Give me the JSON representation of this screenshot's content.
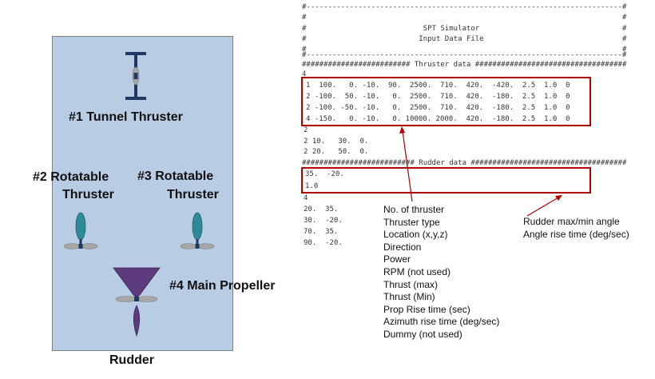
{
  "diagram": {
    "labels": {
      "tunnel_thruster": "#1 Tunnel Thruster",
      "rot2_line1": "#2 Rotatable",
      "rot2_line2": "Thruster",
      "rot3_line1": "#3 Rotatable",
      "rot3_line2": "Thruster",
      "main_propeller": "#4 Main Propeller",
      "rudder": "Rudder"
    },
    "colors": {
      "hull": "#b8cce4",
      "hull_border": "#7f7f7f",
      "thruster_blue": "#2e8a96",
      "thruster_navy": "#1f3864",
      "propeller_purple": "#5e3a7e",
      "blade_gray": "#a6a6a6",
      "highlight_red": "#b00000"
    }
  },
  "input_file": {
    "lines": [
      "#-------------------------------------------------------------------------#",
      "#                                                                         #",
      "#                           SPT Simulator                                 #",
      "#                          Input Data File                                #",
      "#                                                                         #",
      "#-------------------------------------------------------------------------#",
      "######################### Thruster data ###################################",
      "4",
      "1  100.   0. -10.  90.  2500.  710.  420.  -420.  2.5  1.0  0",
      "2 -100.  50. -10.   0.  2500.  710.  420.  -180.  2.5  1.0  0",
      "2 -100. -50. -10.   0.  2500.  710.  420.  -180.  2.5  1.0  0",
      "4 -150.   0. -10.   0. 10000. 2000.  420.  -180.  2.5  1.0  0",
      "2",
      "2 10.   30.  0.",
      "2 20.   50.  0.",
      "########################## Rudder data ####################################",
      "35.  -20.",
      "1.0",
      "4",
      "20.  35.",
      "30.  -20.",
      "70.  35.",
      "90.  -20."
    ]
  },
  "annotations": {
    "thruster_fields": [
      "No. of thruster",
      "Thruster type",
      "Location (x,y,z)",
      "Direction",
      "Power",
      "RPM (not used)",
      "Thrust  (max)",
      "Thrust  (Min)",
      "Prop Rise time (sec)",
      "Azimuth rise time (deg/sec)",
      "Dummy (not used)"
    ],
    "rudder_fields": [
      "Rudder max/min angle",
      "Angle rise time (deg/sec)"
    ]
  }
}
